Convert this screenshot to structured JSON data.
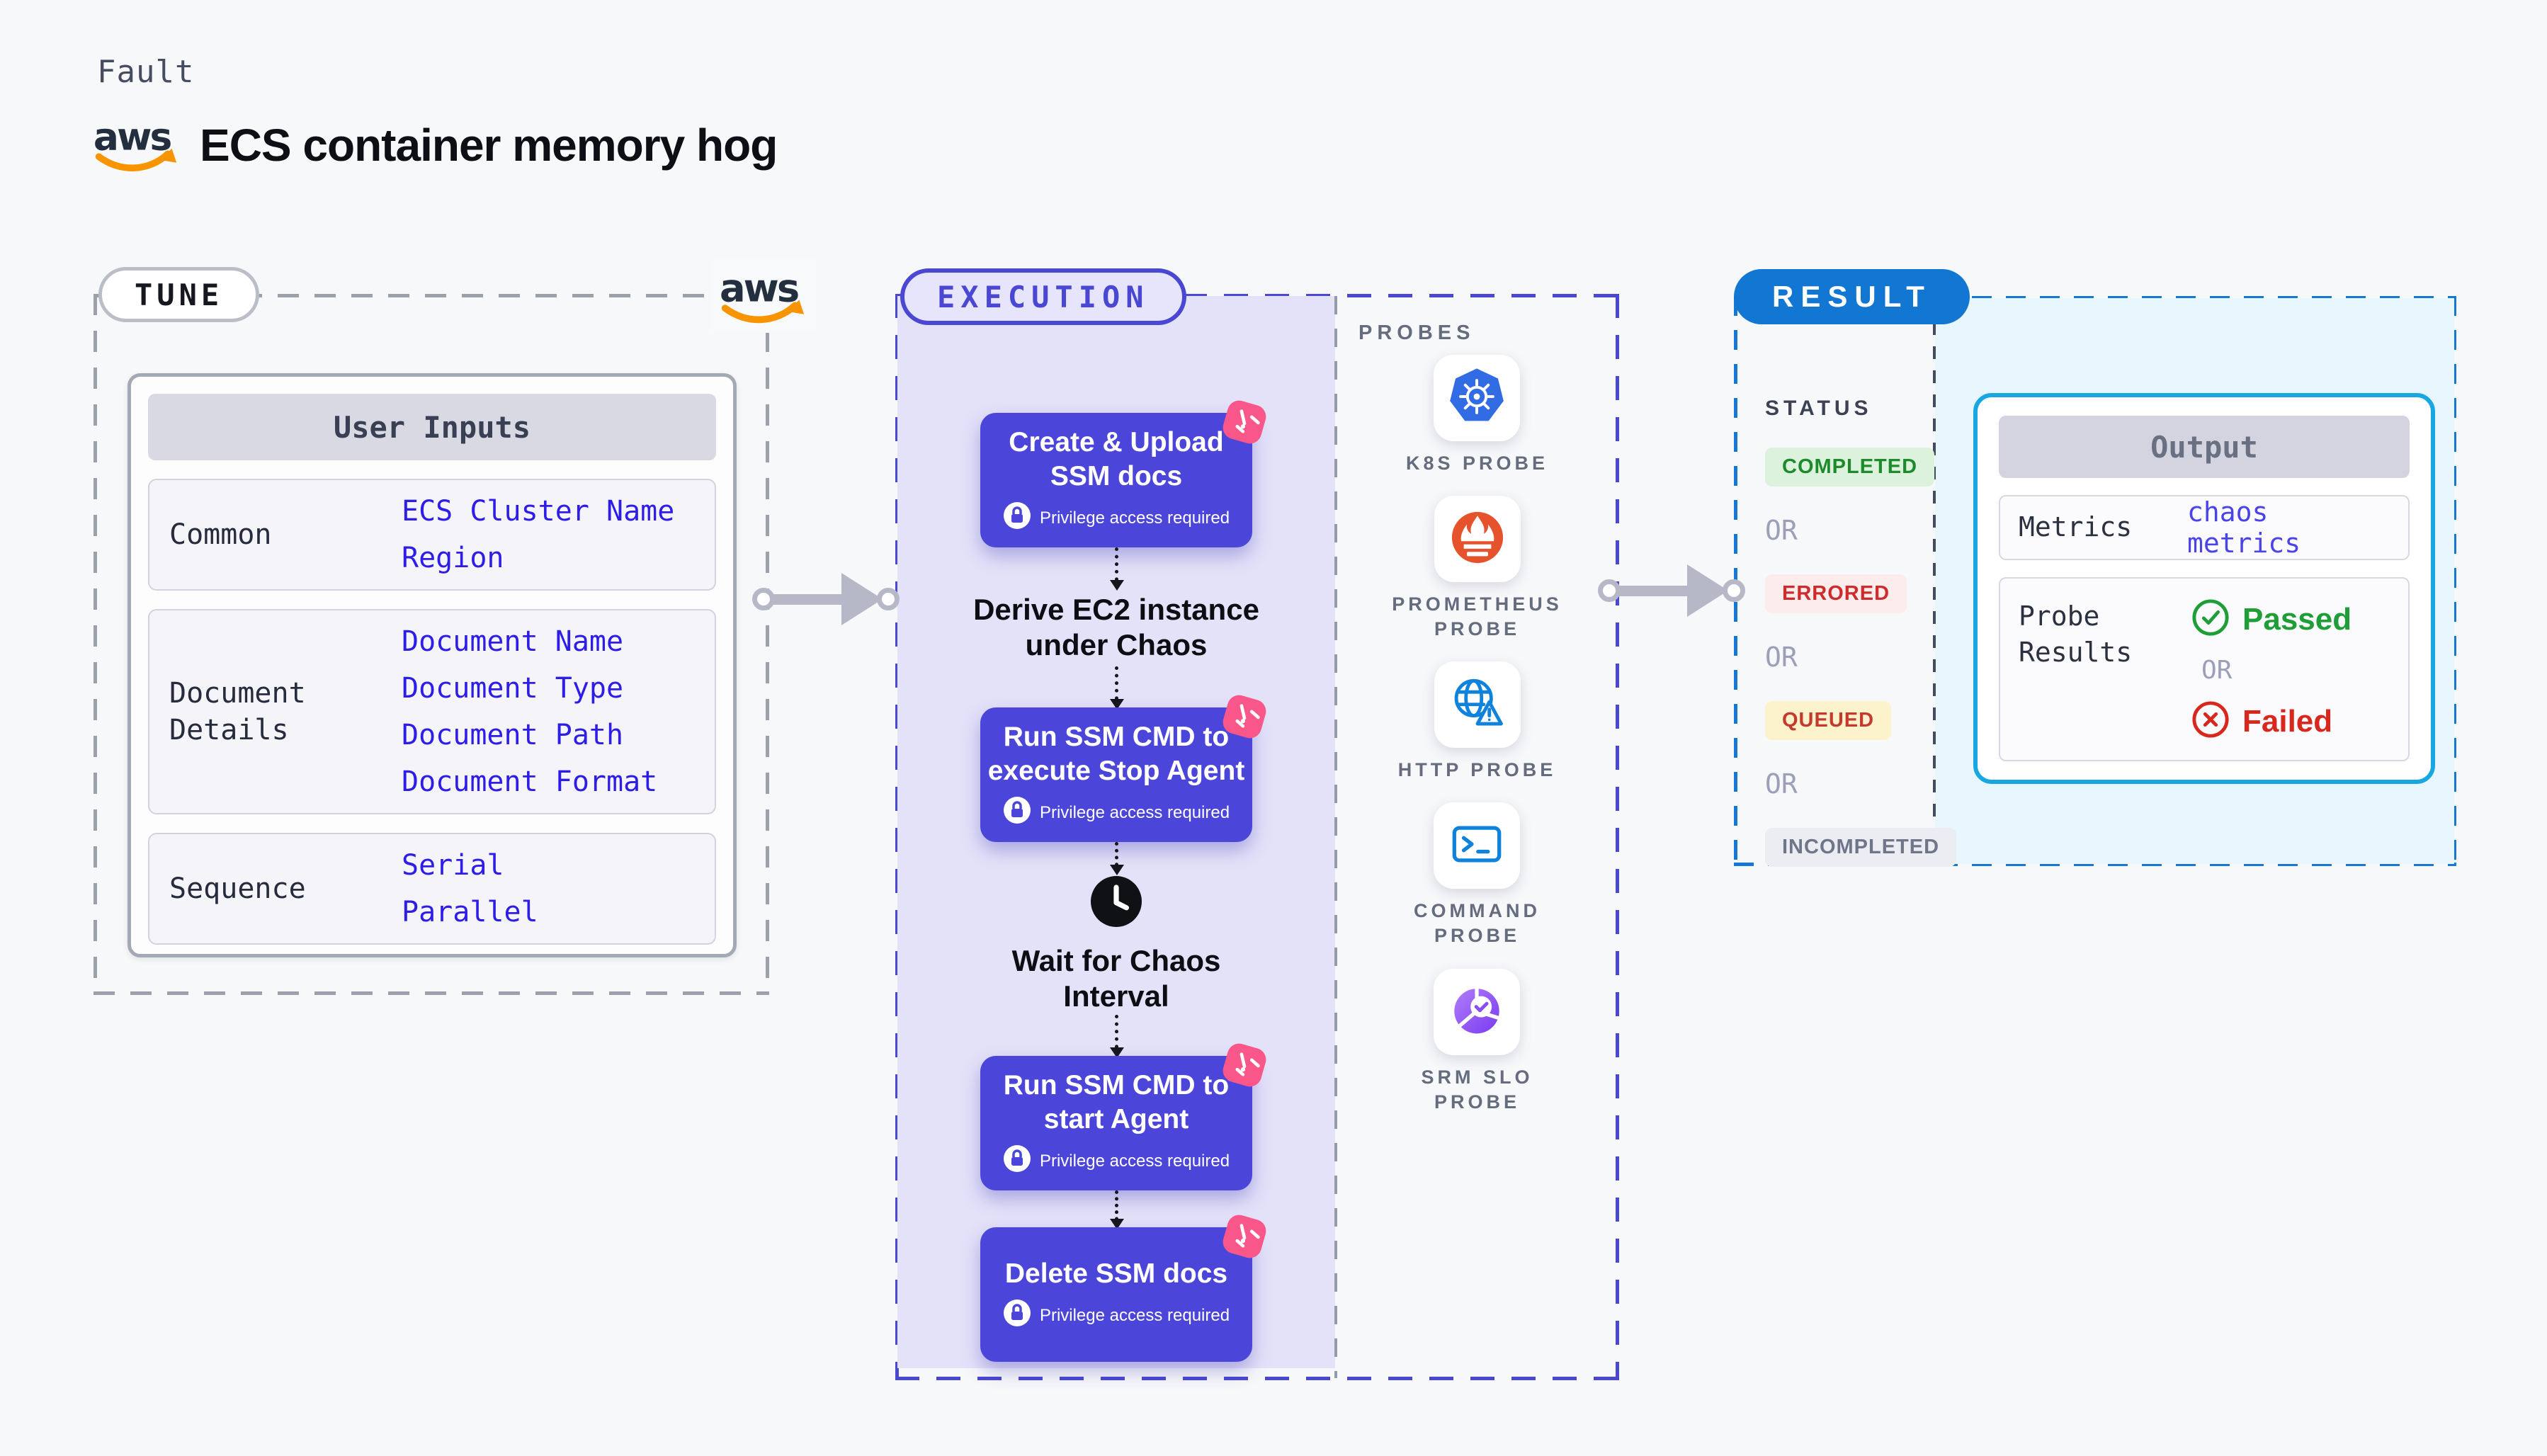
{
  "header": {
    "kicker": "Fault",
    "title": "ECS container memory hog",
    "brand": "aws"
  },
  "tune": {
    "label": "TUNE",
    "table": {
      "header": "User Inputs",
      "rows": [
        {
          "label": "Common",
          "values": [
            "ECS Cluster Name",
            "Region"
          ]
        },
        {
          "label": "Document Details",
          "values": [
            "Document Name",
            "Document Type",
            "Document Path",
            "Document Format"
          ]
        },
        {
          "label": "Sequence",
          "values": [
            "Serial",
            "Parallel"
          ]
        }
      ]
    }
  },
  "execution": {
    "label": "EXECUTION",
    "privilege_note": "Privilege access required",
    "steps": [
      {
        "type": "action",
        "lines": [
          "Create & Upload",
          "SSM docs"
        ],
        "privileged": true
      },
      {
        "type": "plain",
        "lines": [
          "Derive EC2 instance",
          "under Chaos"
        ]
      },
      {
        "type": "action",
        "lines": [
          "Run SSM CMD to",
          "execute Stop Agent"
        ],
        "privileged": true
      },
      {
        "type": "wait",
        "lines": [
          "Wait for Chaos",
          "Interval"
        ],
        "icon": "clock-icon"
      },
      {
        "type": "action",
        "lines": [
          "Run SSM CMD to",
          "start Agent"
        ],
        "privileged": true
      },
      {
        "type": "action",
        "lines": [
          "Delete SSM docs"
        ],
        "privileged": true
      }
    ],
    "probes": {
      "heading": "PROBES",
      "items": [
        {
          "icon": "kubernetes-icon",
          "lines": [
            "K8S PROBE"
          ]
        },
        {
          "icon": "prometheus-icon",
          "lines": [
            "PROMETHEUS",
            "PROBE"
          ]
        },
        {
          "icon": "globe-warning-icon",
          "lines": [
            "HTTP PROBE"
          ]
        },
        {
          "icon": "terminal-icon",
          "lines": [
            "COMMAND",
            "PROBE"
          ]
        },
        {
          "icon": "pie-check-icon",
          "lines": [
            "SRM SLO",
            "PROBE"
          ]
        }
      ]
    }
  },
  "result": {
    "label": "RESULT",
    "status_heading": "STATUS",
    "or_label": "OR",
    "statuses": [
      {
        "label": "COMPLETED",
        "bg": "#ddf2dc",
        "color": "#1d8b2c"
      },
      {
        "label": "ERRORED",
        "bg": "#fdecec",
        "color": "#ce2c2c"
      },
      {
        "label": "QUEUED",
        "bg": "#fcf2cb",
        "color": "#c43a2e"
      },
      {
        "label": "INCOMPLETED",
        "bg": "#ececf3",
        "color": "#6f7689"
      }
    ],
    "output": {
      "header": "Output",
      "metrics_label": "Metrics",
      "metrics_value": "chaos metrics",
      "probe_results_label": "Probe Results",
      "passed": {
        "label": "Passed",
        "color": "#1f9e37"
      },
      "failed": {
        "label": "Failed",
        "color": "#d8281e"
      }
    }
  },
  "colors": {
    "page_bg": "#f7f8fa",
    "action_indigo": "#4b45da",
    "lavender_panel": "#e4e2f9",
    "result_blue": "#1277d2",
    "output_cyan_border": "#19a7e1",
    "badge_pink": "#f9578a",
    "value_link_blue": "#2d1de7",
    "aws_orange": "#f79400"
  }
}
